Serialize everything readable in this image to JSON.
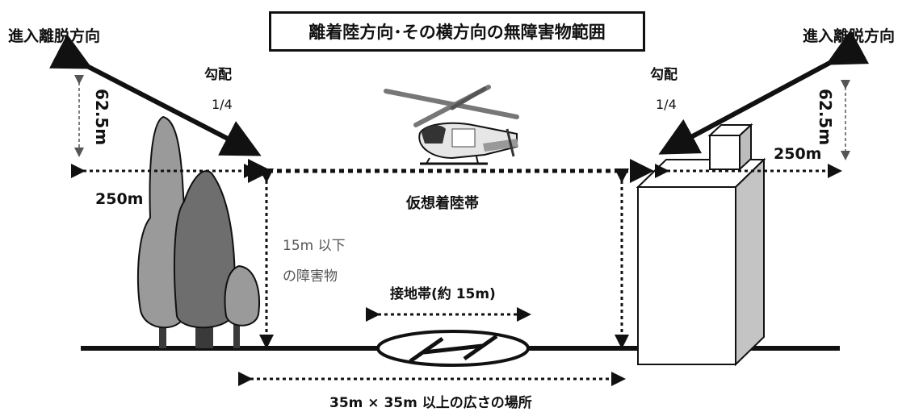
{
  "title": "離着陸方向･その横方向の無障害物範囲",
  "labels": {
    "approach_left": "進入離脱方向",
    "approach_right": "進入離脱方向",
    "gradient_left": "勾配",
    "gradient_left_value": "1/4",
    "gradient_right": "勾配",
    "gradient_right_value": "1/4",
    "height_left": "62.5m",
    "height_right": "62.5m",
    "width_left": "250m",
    "width_right": "250m",
    "virtual_landing_zone": "仮想着陸帯",
    "obstacle_line1": "15m 以下",
    "obstacle_line2": "の障害物",
    "touchdown_zone": "接地帯(約 15m)",
    "site_size": "35m × 35m 以上の広さの場所"
  },
  "colors": {
    "ink": "#111111",
    "tree_light": "#9a9a9a",
    "tree_dark": "#6e6e6e",
    "trunk": "#3a3a3a",
    "building_side": "#c4c4c4"
  },
  "icons": [
    "helicopter-icon",
    "heliport-h-marking-icon",
    "trees-icon",
    "building-icon"
  ]
}
